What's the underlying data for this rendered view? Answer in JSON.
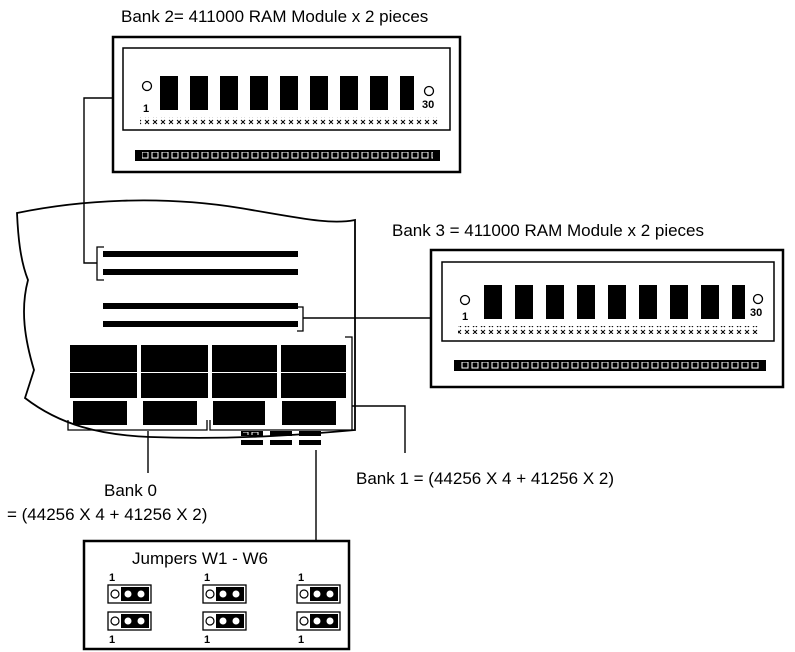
{
  "labels": {
    "bank2": "Bank 2= 411000 RAM Module x 2 pieces",
    "bank3": "Bank 3 = 411000 RAM Module x 2 pieces",
    "bank0_title": "Bank 0",
    "bank0_formula": "= (44256 X 4 + 41256 X 2)",
    "bank1": "Bank 1 = (44256 X 4 + 41256 X 2)",
    "jumpers_title": "Jumpers W1 - W6"
  },
  "module": {
    "pin_first": "1",
    "pin_last": "30"
  },
  "jumper_pin": "1",
  "colors": {
    "ink": "#000000",
    "background": "#ffffff"
  }
}
